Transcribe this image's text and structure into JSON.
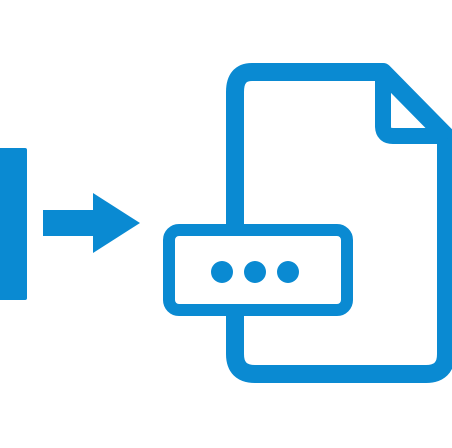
{
  "icon": {
    "name": "file-input-icon",
    "accent_color": "#0a8ad2",
    "background_color": "#ffffff",
    "parts": [
      "input-bar",
      "right-arrow",
      "document",
      "dots-field"
    ]
  }
}
